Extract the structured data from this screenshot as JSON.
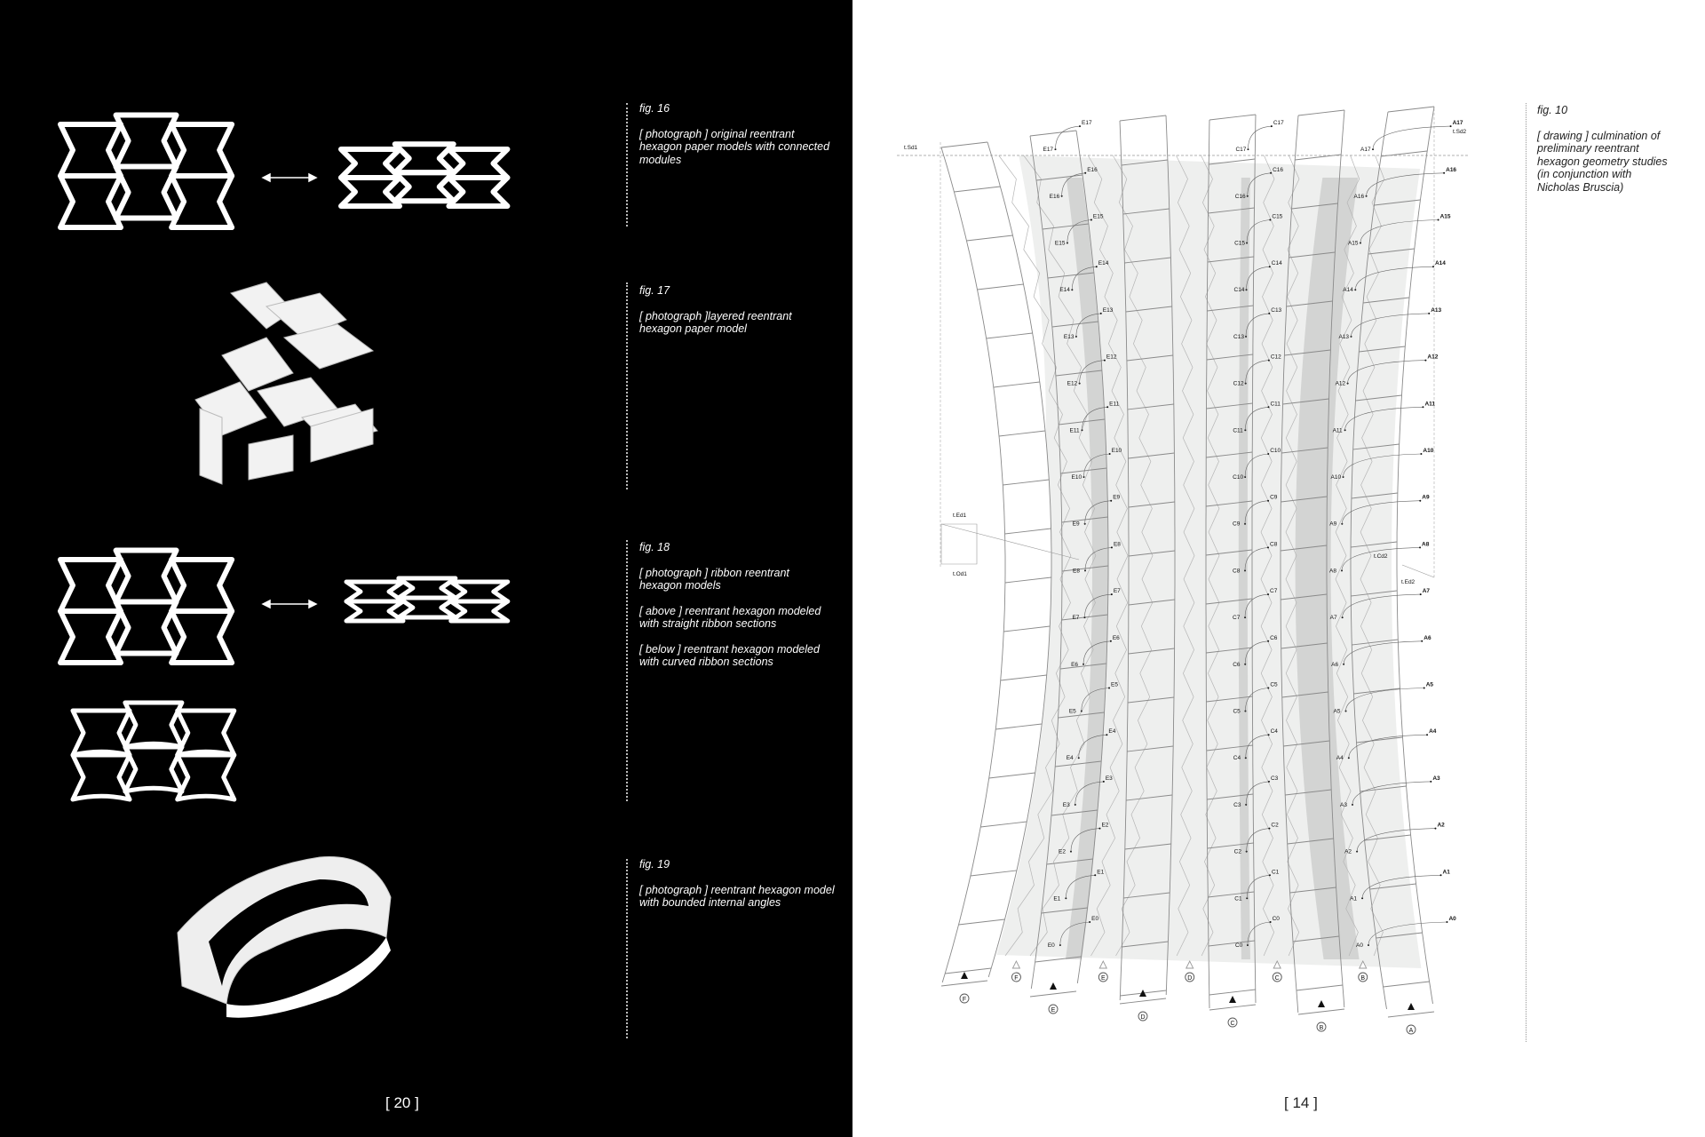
{
  "left_page": {
    "page_number": "[ 20 ]",
    "captions": [
      {
        "fig": "fig. 16",
        "paragraphs": [
          "[ photograph ] original reentrant hexagon paper models with connected modules"
        ]
      },
      {
        "fig": "fig. 17",
        "paragraphs": [
          "[ photograph ]layered reentrant hexagon paper model"
        ]
      },
      {
        "fig": "fig. 18",
        "paragraphs": [
          "[ photograph ] ribbon reentrant hexagon models",
          "[ above ] reentrant hexagon modeled with straight ribbon sections",
          "[ below ] reentrant hexagon modeled with curved ribbon sections"
        ]
      },
      {
        "fig": "fig. 19",
        "paragraphs": [
          "[ photograph ] reentrant hexagon model with bounded internal angles"
        ]
      }
    ]
  },
  "right_page": {
    "page_number": "[ 14 ]",
    "caption": {
      "fig": "fig. 10",
      "paragraphs": [
        "[ drawing ] culmination of preliminary reentrant hexagon geometry studies (in conjunction with Nicholas Bruscia)"
      ]
    },
    "drawing": {
      "columns": [
        "F",
        "E",
        "D",
        "C",
        "B",
        "A"
      ],
      "labeled_series": [
        "E",
        "C",
        "A"
      ],
      "row_count": 18,
      "dimension_labels": {
        "top_left": "t.Sd1",
        "top_right": "t.Sd2",
        "mid_left_upper": "t.Ed1",
        "mid_left_lower": "t.Od1",
        "mid_right_upper": "t.Cd2",
        "mid_right_lower": "t.Ed2"
      },
      "colors": {
        "shade": "#eeefee",
        "hatch": "#bdbdbd",
        "line": "#8a8a8a",
        "ink": "#111111"
      }
    }
  }
}
